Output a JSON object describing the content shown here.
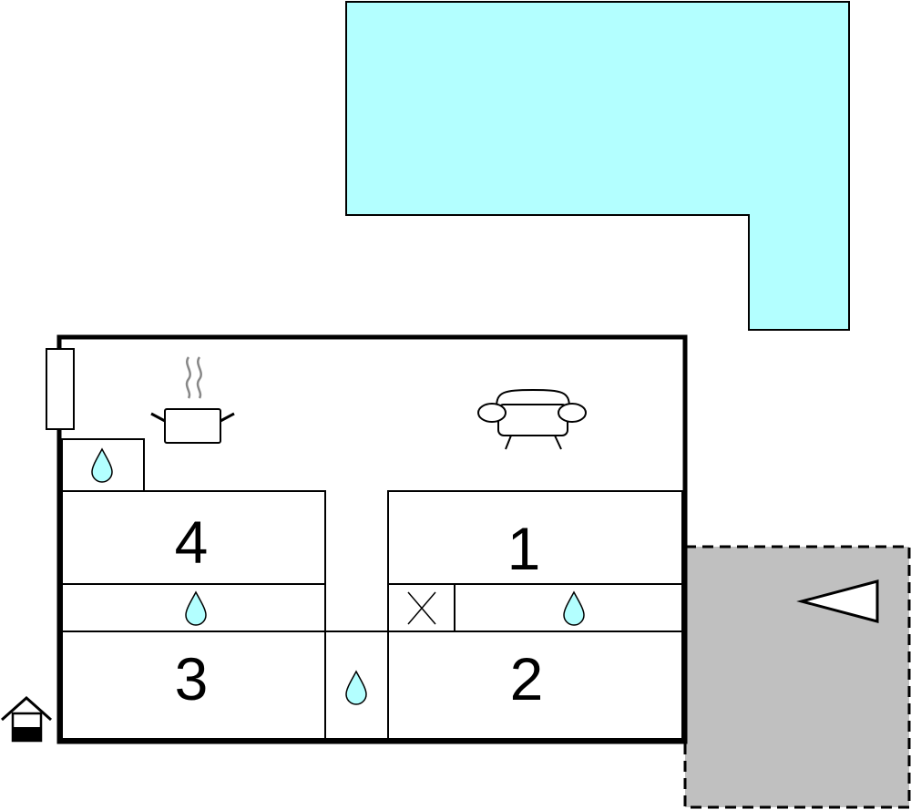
{
  "colors": {
    "pool": "#b3ffff",
    "terrace": "#c0c0c0",
    "walls": "#000000",
    "water_drop": "#b3ffff",
    "background": "#ffffff"
  },
  "rooms": {
    "room_4": "4",
    "room_1": "1",
    "room_3": "3",
    "room_2": "2"
  },
  "icons": [
    "pool-area",
    "terrace-area",
    "cooking-pot-icon",
    "sofa-icon",
    "water-drop-icon",
    "toilet-x-icon",
    "direction-arrow-icon",
    "house-entrance-icon",
    "radiator-icon"
  ]
}
